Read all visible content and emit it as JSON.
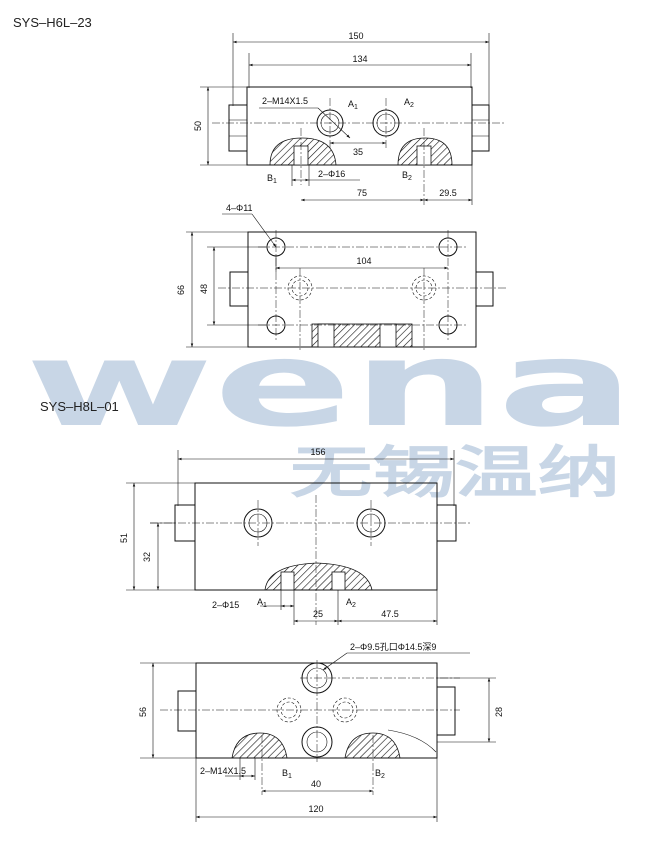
{
  "drawing1": {
    "title": "SYS–H6L–23",
    "dims": {
      "d150": "150",
      "d134": "134",
      "d50": "50",
      "thread": "2–M14X1.5",
      "d35": "35",
      "bore": "2–Φ16",
      "d75": "75",
      "d29_5": "29.5",
      "holes": "4–Φ11",
      "d104": "104",
      "d66": "66",
      "d48": "48"
    },
    "ports": {
      "a1": "A",
      "a2": "A",
      "b1": "B",
      "b2": "B",
      "s1": "1",
      "s2": "2"
    }
  },
  "drawing2": {
    "title": "SYS–H8L–01",
    "dims": {
      "d156": "156",
      "d51": "51",
      "d32": "32",
      "bore": "2–Φ15",
      "d25": "25",
      "d47_5": "47.5",
      "counterbore": "2–Φ9.5孔口Φ14.5深9",
      "d56": "56",
      "d28": "28",
      "thread": "2–M14X1.5",
      "d40": "40",
      "d120": "120"
    },
    "ports": {
      "a1": "A",
      "a2": "A",
      "b1": "B",
      "b2": "B",
      "s1": "1",
      "s2": "2"
    }
  },
  "watermark": {
    "latin": "wena",
    "chinese": "无锡温纳",
    "color": "#c8d6e6"
  }
}
